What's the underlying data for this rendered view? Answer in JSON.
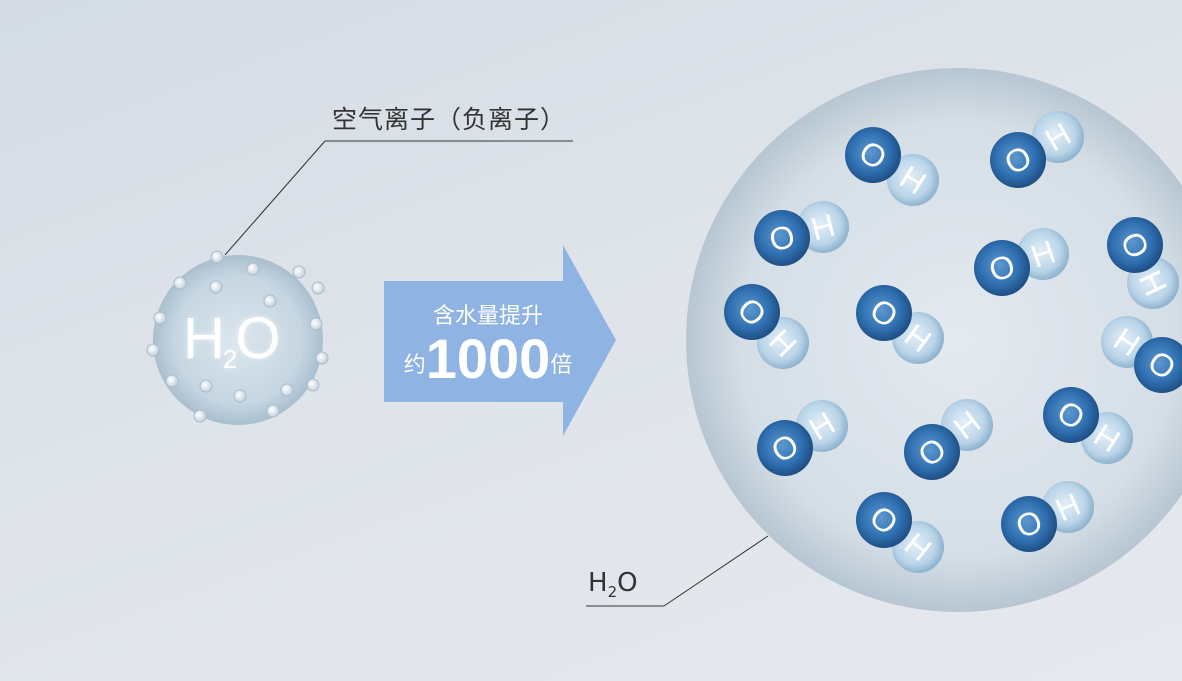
{
  "labels": {
    "air_ion": "空气离子（负离子）",
    "water_main": "H",
    "water_sub": "2",
    "water_tail": "O"
  },
  "small_molecule": {
    "h": "H",
    "sub": "2",
    "o": "O"
  },
  "arrow": {
    "line1": "含水量提升",
    "prefix": "约",
    "number": "1000",
    "suffix": "倍"
  },
  "ion_glyph": {
    "o": "O",
    "h": "H"
  },
  "colors": {
    "arrow": "#8fb4e3",
    "ion_blue": "#2f6fb0",
    "ion_h": "#a9cbe3",
    "sphere": "#c9d5df"
  }
}
